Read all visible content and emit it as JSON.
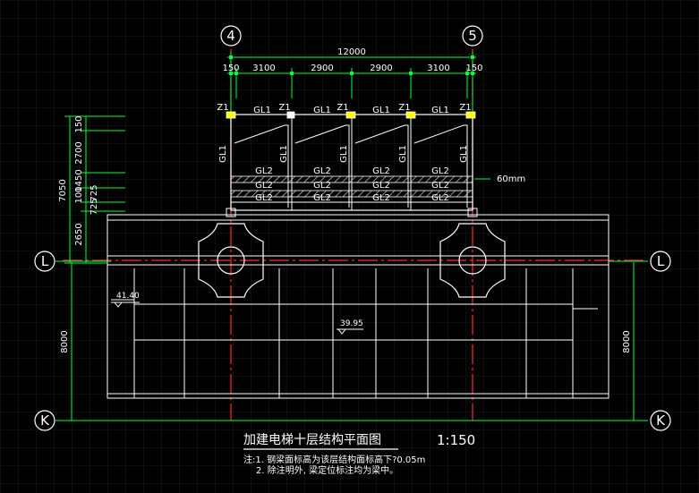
{
  "axes": {
    "axis_4": "4",
    "axis_5": "5",
    "axis_L": "L",
    "axis_K": "K"
  },
  "dimensions": {
    "overall_width": "12000",
    "segments": [
      "150",
      "3100",
      "2900",
      "2900",
      "3100",
      "150"
    ],
    "left_total": "7050",
    "left_parts": [
      "150",
      "2700",
      "1450",
      "100",
      "725",
      "725",
      "2650"
    ],
    "right_8000": "8000",
    "left_8000": "8000",
    "offset_label": "60mm"
  },
  "members": {
    "column": "Z1",
    "girder1": "GL1",
    "girder2": "GL2"
  },
  "elevations": {
    "left": "41.40",
    "center": "39.95"
  },
  "notes": {
    "title": "加建电梯十层结构平面图",
    "scale": "1:150",
    "note1": "注:1. 钢梁面标高为该层结构面标高下?0.05m",
    "note2": "2. 除注明外, 梁定位标注均为梁中。"
  },
  "colors": {
    "background": "#000000",
    "structure": "#ffffff",
    "dimension": "#00ff00",
    "axis": "#ff0000",
    "column_fill": "#ffff00",
    "hatch": "#c0c0c0"
  }
}
